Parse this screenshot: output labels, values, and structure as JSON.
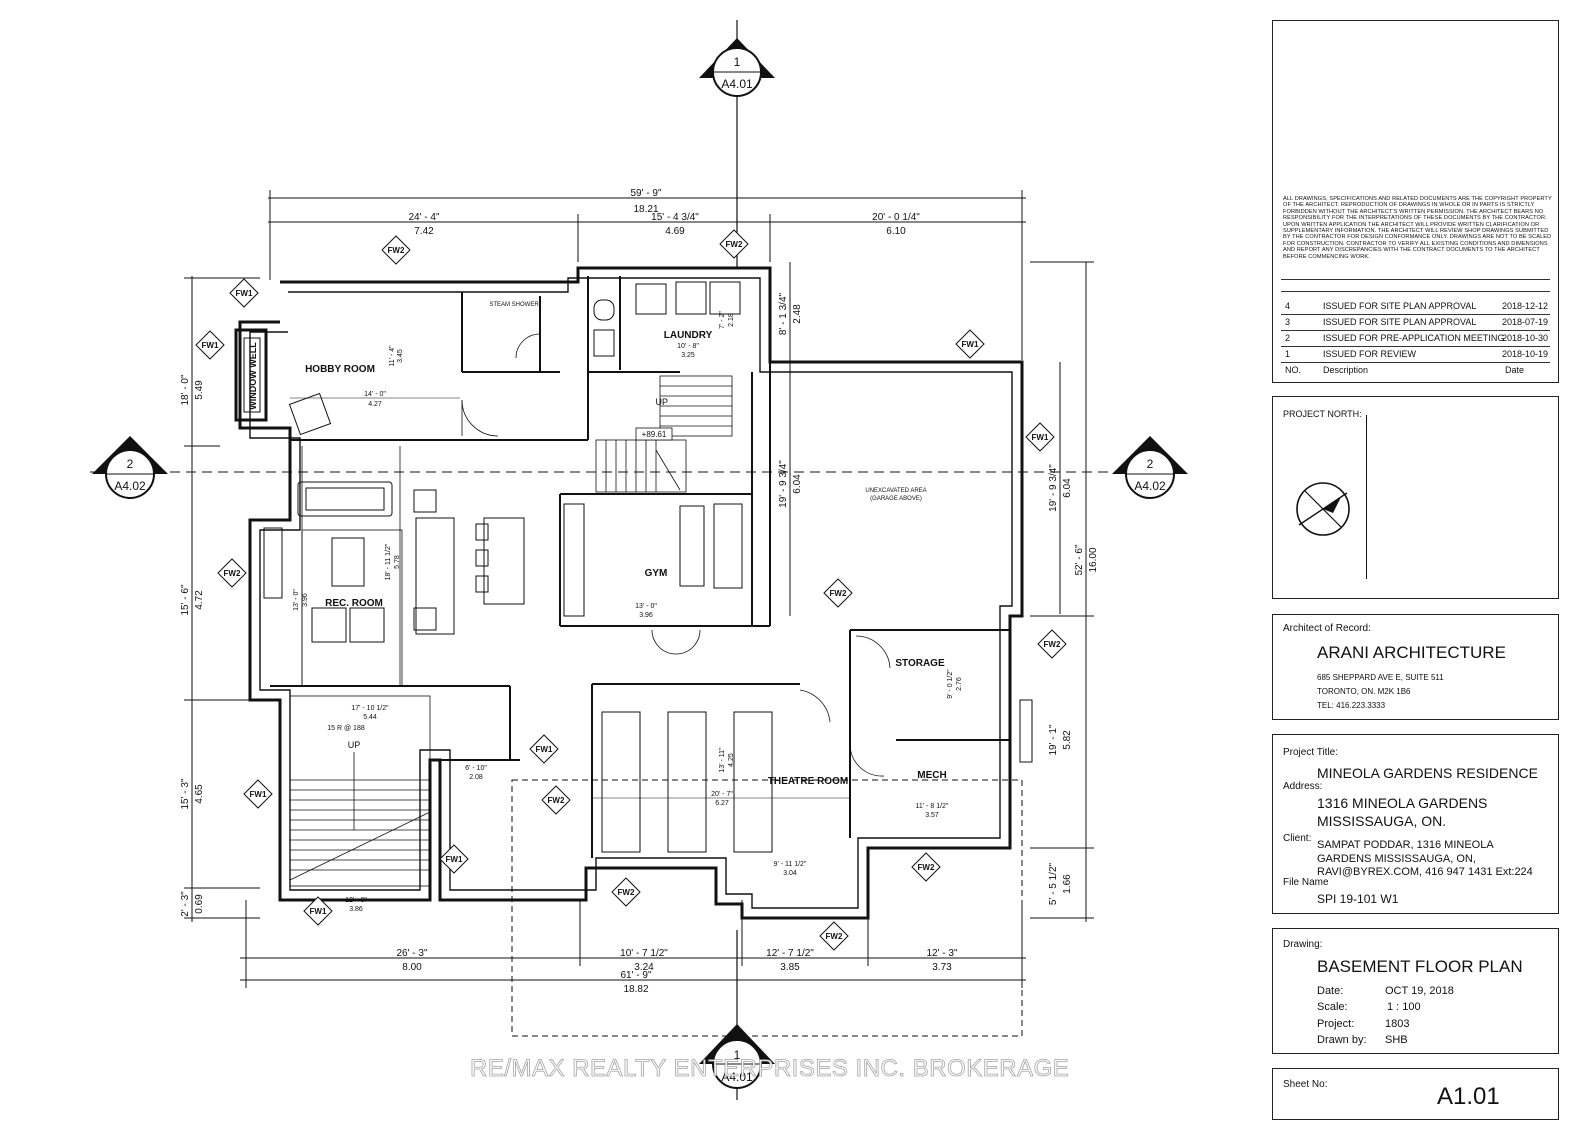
{
  "plan": {
    "section_markers": [
      {
        "num": "1",
        "sheet": "A4.01"
      },
      {
        "num": "1",
        "sheet": "A4.01"
      },
      {
        "num": "2",
        "sheet": "A4.02"
      },
      {
        "num": "2",
        "sheet": "A4.02"
      }
    ],
    "top_dims": {
      "overall_imperial": "59' - 9\"",
      "overall_metric": "18.21",
      "seg1_imperial": "24' - 4\"",
      "seg1_metric": "7.42",
      "seg2_imperial": "15' - 4 3/4\"",
      "seg2_metric": "4.69",
      "seg3_imperial": "20' - 0 1/4\"",
      "seg3_metric": "6.10"
    },
    "bottom_dims": {
      "seg1_imperial": "26' - 3\"",
      "seg1_metric": "8.00",
      "seg2_imperial": "10' - 7 1/2\"",
      "seg2_metric": "3.24",
      "seg3_imperial": "12' - 7 1/2\"",
      "seg3_metric": "3.85",
      "seg4_imperial": "12' - 3\"",
      "seg4_metric": "3.73",
      "overall_imperial": "61' - 9\"",
      "overall_metric": "18.82"
    },
    "left_dims": {
      "d1_imperial": "18' - 0\"",
      "d1_metric": "5.49",
      "d2_imperial": "15' - 6\"",
      "d2_metric": "4.72",
      "d3_imperial": "15' - 3\"",
      "d3_metric": "4.65",
      "d4_imperial": "2' - 3\"",
      "d4_metric": "0.69"
    },
    "right_dims": {
      "d1_imperial": "8' - 1 3/4\"",
      "d1_metric": "2.48",
      "d2_imperial": "19' - 9 3/4\"",
      "d2_metric": "6.04",
      "d3_imperial": "19' - 9 3/4\"",
      "d3_metric": "6.04",
      "overall_imperial": "52' - 6\"",
      "overall_metric": "16.00",
      "d4_imperial": "19' - 1\"",
      "d4_metric": "5.82",
      "d5_imperial": "5' - 5 1/2\"",
      "d5_metric": "1.66"
    },
    "rooms": {
      "hobby": "HOBBY ROOM",
      "window_well": "WINDOW WELL",
      "steam_shower": "STEAM SHOWER",
      "laundry": "LAUNDRY",
      "rec": "REC. ROOM",
      "gym": "GYM",
      "unexcavated": "UNEXCAVATED AREA",
      "garage_above": "(GARAGE ABOVE)",
      "storage": "STORAGE",
      "theatre": "THEATRE ROOM",
      "mech": "MECH"
    },
    "interior_dims": {
      "hobby_w": "14' - 0\"",
      "hobby_w_m": "4.27",
      "hobby_h": "11' - 4\"",
      "hobby_h_m": "3.45",
      "laundry_w": "10' - 8\"",
      "laundry_w_m": "3.25",
      "laundry_h": "7' - 2\"",
      "laundry_h_m": "2.18",
      "gym_w": "13' - 0\"",
      "gym_w_m": "3.96",
      "rec_w": "18' - 11 1/2\"",
      "rec_w_m": "5.78",
      "rec_h": "13' - 0\"",
      "rec_h_m": "3.96",
      "theatre_w": "20' - 7\"",
      "theatre_w_m": "6.27",
      "theatre_h": "13' - 11\"",
      "theatre_h_m": "4.25",
      "mech_w": "11' - 8 1/2\"",
      "mech_w_m": "3.57",
      "storage_h": "9' - 0 1/2\"",
      "storage_h_m": "2.76",
      "stair_w": "17' - 10 1/2\"",
      "stair_w_m": "5.44",
      "stair_bot": "12' - 8\"",
      "stair_bot_m": "3.86",
      "theatre_bot": "9' - 11 1/2\"",
      "theatre_bot_m": "3.04",
      "corr_w": "6' - 10\"",
      "corr_w_m": "2.08",
      "level": "+89.61",
      "riser": "15 R @ 188"
    },
    "up_label": "UP",
    "wall_tags": {
      "fw1": "FW1",
      "fw2": "FW2"
    }
  },
  "title_block": {
    "disclaimer": "ALL DRAWINGS, SPECIFICATIONS AND RELATED DOCUMENTS ARE THE COPYRIGHT PROPERTY OF THE ARCHITECT. REPRODUCTION OF DRAWINGS IN WHOLE OR IN PARTS IS STRICTLY FORBIDDEN WITHOUT THE ARCHITECT'S WRITTEN PERMISSION. THE ARCHITECT BEARS NO RESPONSIBILITY FOR THE INTERPRETATIONS OF THESE DOCUMENTS BY THE CONTRACTOR. UPON WRITTEN APPLICATION THE ARCHITECT WILL PROVIDE WRITTEN CLARIFICATION OR SUPPLEMENTARY INFORMATION. THE ARCHITECT WILL REVIEW SHOP DRAWINGS SUBMITTED BY THE CONTRACTOR FOR DESIGN CONFORMANCE ONLY. DRAWINGS ARE NOT TO BE SCALED FOR CONSTRUCTION. CONTRACTOR TO VERIFY ALL EXISTING CONDITIONS AND DIMENSIONS AND REPORT ANY DISCREPANCIES WITH THE CONTRACT DOCUMENTS TO THE ARCHITECT BEFORE COMMENCING WORK.",
    "revisions": [
      {
        "no": "4",
        "desc": "ISSUED FOR SITE PLAN APPROVAL",
        "date": "2018-12-12"
      },
      {
        "no": "3",
        "desc": "ISSUED FOR SITE PLAN APPROVAL",
        "date": "2018-07-19"
      },
      {
        "no": "2",
        "desc": "ISSUED FOR PRE-APPLICATION MEETING",
        "date": "2018-10-30"
      },
      {
        "no": "1",
        "desc": "ISSUED FOR REVIEW",
        "date": "2018-10-19"
      }
    ],
    "rev_header": {
      "no": "NO.",
      "desc": "Description",
      "date": "Date"
    },
    "project_north": "PROJECT NORTH:",
    "architect_label": "Architect of Record:",
    "architect_name": "ARANI ARCHITECTURE",
    "architect_addr1": "685 SHEPPARD AVE E, SUITE 511",
    "architect_addr2": "TORONTO, ON. M2K 1B6",
    "architect_tel": "TEL: 416.223.3333",
    "project_title_label": "Project Title:",
    "project_title": "MINEOLA GARDENS RESIDENCE",
    "address_label": "Address:",
    "address1": "1316 MINEOLA GARDENS",
    "address2": "MISSISSAUGA, ON.",
    "client_label": "Client:",
    "client1": "SAMPAT PODDAR, 1316 MINEOLA",
    "client2": "GARDENS  MISSISSAUGA, ON,",
    "client3": "RAVI@BYREX.COM, 416 947 1431 Ext:224",
    "file_label": "File Name",
    "file_name": "SPI 19-101 W1",
    "drawing_label": "Drawing:",
    "drawing_title": "BASEMENT FLOOR PLAN",
    "date_label": "Date:",
    "date_value": "OCT 19, 2018",
    "scale_label": "Scale:",
    "scale_value": "1 : 100",
    "project_label": "Project:",
    "project_value": "1803",
    "drawn_label": "Drawn by:",
    "drawn_value": "SHB",
    "sheet_label": "Sheet No:",
    "sheet_no": "A1.01"
  },
  "watermark": "RE/MAX REALTY ENTERPRISES INC. BROKERAGE"
}
